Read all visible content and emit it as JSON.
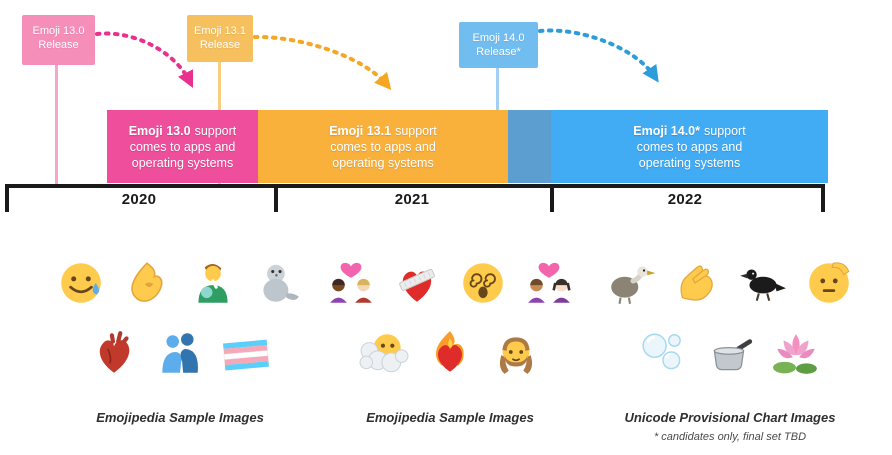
{
  "timeline": {
    "release_markers": [
      {
        "title": "Emoji 13.0",
        "subtitle": "Release",
        "box_color": "#F58FBA",
        "stem_color": "#F5A6C9",
        "arrow_color": "#E9308F"
      },
      {
        "title": "Emoji 13.1",
        "subtitle": "Release",
        "box_color": "#F6C05F",
        "stem_color": "#F7CE7F",
        "arrow_color": "#F5A623"
      },
      {
        "title": "Emoji 14.0",
        "subtitle": "Release*",
        "box_color": "#72BDF0",
        "stem_color": "#A3CFF4",
        "arrow_color": "#2D9CDB"
      }
    ],
    "bars": [
      {
        "bold": "Emoji 13.0",
        "line1_rest": "support",
        "line2": "comes to apps and",
        "line3": "operating systems",
        "color": "#EE4E9B"
      },
      {
        "bold": "Emoji 13.1",
        "line1_rest": "support",
        "line2": "comes to apps and",
        "line3": "operating systems",
        "color": "#F9B13C"
      },
      {
        "bold": "Emoji 14.0*",
        "line1_rest": "support",
        "line2": "comes to apps and",
        "line3": "operating systems",
        "color": "#41ABF3"
      }
    ],
    "lead_in_color": "#5B9ECF",
    "axis_color": "#1A1A1A",
    "years": [
      "2020",
      "2021",
      "2022"
    ]
  },
  "emoji_groups": [
    {
      "caption": "Emojipedia Sample Images",
      "rows": [
        [
          {
            "name": "smiling-face-with-tear",
            "char": "🥲",
            "kind": "face_tear"
          },
          {
            "name": "pinched-fingers",
            "char": "🤌",
            "kind": "pinched"
          },
          {
            "name": "man-feeding-baby",
            "char": "👨‍🍼",
            "kind": "feeding"
          },
          {
            "name": "seal",
            "char": "🦭",
            "kind": "seal"
          }
        ],
        [
          {
            "name": "anatomical-heart",
            "char": "🫀",
            "kind": "anat_heart"
          },
          {
            "name": "people-hugging",
            "char": "🫂",
            "kind": "hug"
          },
          {
            "name": "transgender-flag",
            "char": "🏳️‍⚧️",
            "kind": "trans_flag"
          }
        ]
      ]
    },
    {
      "caption": "Emojipedia Sample Images",
      "rows": [
        [
          {
            "name": "couple-with-heart-woman-man",
            "char": "💑",
            "kind": "couple1"
          },
          {
            "name": "mending-heart",
            "char": "❤️‍🩹",
            "kind": "mend_heart"
          },
          {
            "name": "face-with-spiral-eyes",
            "char": "😵‍💫",
            "kind": "spiral"
          },
          {
            "name": "couple-with-heart-woman-woman",
            "char": "💑",
            "kind": "couple2"
          }
        ],
        [
          {
            "name": "face-in-clouds",
            "char": "😶‍🌫️",
            "kind": "cloud_face"
          },
          {
            "name": "heart-on-fire",
            "char": "❤️‍🔥",
            "kind": "fire_heart"
          },
          {
            "name": "woman-with-beard",
            "char": "🧔‍♀️",
            "kind": "beard"
          }
        ]
      ]
    },
    {
      "caption": "Unicode Provisional Chart Images",
      "footnote": "* candidates only, final set TBD",
      "rows": [
        [
          {
            "name": "bird",
            "kind": "gray_bird"
          },
          {
            "name": "hand-with-index-finger-and-thumb-crossed",
            "char": "🫰",
            "kind": "finger_heart"
          },
          {
            "name": "black-bird",
            "kind": "black_bird"
          },
          {
            "name": "saluting-face",
            "char": "🫡",
            "kind": "salute"
          }
        ],
        [
          {
            "name": "bubbles",
            "char": "🫧",
            "kind": "bubbles"
          },
          {
            "name": "saucepan",
            "kind": "saucepan"
          },
          {
            "name": "lotus",
            "char": "🪷",
            "kind": "lotus"
          }
        ]
      ]
    }
  ]
}
